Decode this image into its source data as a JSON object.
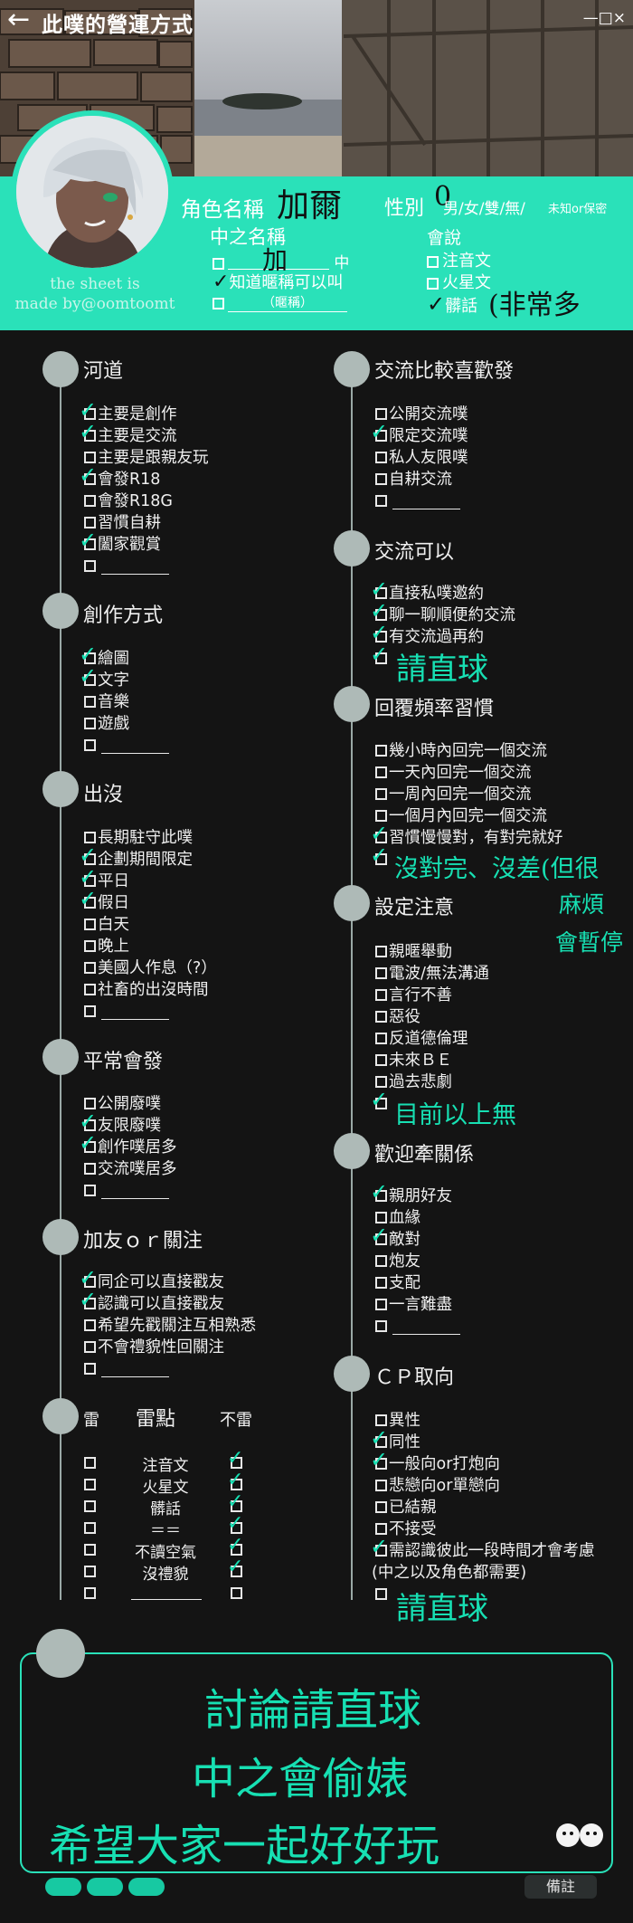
{
  "app": {
    "title": "此噗的營運方式",
    "window_controls": "—□×"
  },
  "credit": {
    "line1": "the sheet is",
    "line2": "made by@oomtoomt"
  },
  "profile": {
    "char_name_label": "角色名稱",
    "char_name_value": "加爾",
    "gender_label": "性別",
    "gender_options": "男/女/雙/無/",
    "gender_small": "未知or保密",
    "gender_mark": "0",
    "pl_name_label": "中之名稱",
    "pl_opt1_suffix": "中",
    "pl_opt1_value": "加",
    "pl_opt2": "知道暱稱可以叫",
    "pl_opt3_hint": "（暱稱）",
    "speaks_label": "會說",
    "speaks_opts": [
      "注音文",
      "火星文",
      "髒話"
    ],
    "speaks_note": "(非常多"
  },
  "sections": {
    "river": {
      "title": "河道",
      "items": [
        "主要是創作",
        "主要是交流",
        "主要是跟親友玩",
        "會發R18",
        "會發R18G",
        "習慣自耕",
        "闔家觀賞"
      ]
    },
    "create": {
      "title": "創作方式",
      "items": [
        "繪圖",
        "文字",
        "音樂",
        "遊戲"
      ]
    },
    "online": {
      "title": "出沒",
      "items": [
        "長期駐守此噗",
        "企劃期間限定",
        "平日",
        "假日",
        "白天",
        "晚上",
        "美國人作息（?）",
        "社畜的出沒時間"
      ]
    },
    "post": {
      "title": "平常會發",
      "items": [
        "公開廢噗",
        "友限廢噗",
        "創作噗居多",
        "交流噗居多"
      ]
    },
    "friend": {
      "title": "加友ｏｒ關注",
      "items": [
        "同企可以直接戳友",
        "認識可以直接戳友",
        "希望先戳關注互相熟悉",
        "不會禮貌性回關注"
      ]
    },
    "exchange_pref": {
      "title": "交流比較喜歡發",
      "items": [
        "公開交流噗",
        "限定交流噗",
        "私人友限噗",
        "自耕交流"
      ]
    },
    "exchange_ok": {
      "title": "交流可以",
      "items": [
        "直接私噗邀約",
        "聊一聊順便約交流",
        "有交流過再約"
      ],
      "note": "請直球"
    },
    "reply": {
      "title": "回覆頻率習慣",
      "items": [
        "幾小時內回完一個交流",
        "一天內回完一個交流",
        "一周內回完一個交流",
        "一個月內回完一個交流",
        "習慣慢慢對，有對完就好"
      ],
      "note1": "沒對完、沒差(但很",
      "note2": "麻煩",
      "note3": "會暫停"
    },
    "setting": {
      "title": "設定注意",
      "items": [
        "親暱舉動",
        "電波/無法溝通",
        "言行不善",
        "惡役",
        "反道德倫理",
        "未來ＢＥ",
        "過去悲劇"
      ],
      "note": "目前以上無"
    },
    "relation": {
      "title": "歡迎牽關係",
      "items": [
        "親朋好友",
        "血緣",
        "敵對",
        "炮友",
        "支配",
        "一言難盡"
      ]
    },
    "cp": {
      "title": "ＣＰ取向",
      "items": [
        "異性",
        "同性",
        "一般向or打炮向",
        "悲戀向or單戀向",
        "已結親",
        "不接受",
        "需認識彼此一段時間才會考慮"
      ],
      "extra": "(中之以及角色都需要)",
      "note": "請直球"
    },
    "triggers": {
      "col_mine": "雷",
      "col_points": "雷點",
      "col_ok": "不雷",
      "rows": [
        "注音文",
        "火星文",
        "髒話",
        "＝＝",
        "不讀空氣",
        "沒禮貌"
      ]
    }
  },
  "memo": {
    "line1": "討論請直球",
    "line2": "中之會偷婊",
    "line3": "希望大家一起好好玩",
    "button": "備註"
  },
  "colors": {
    "accent": "#2ae1b9",
    "ink": "#17e0b3",
    "background": "#141414",
    "dot": "#aebab7"
  }
}
